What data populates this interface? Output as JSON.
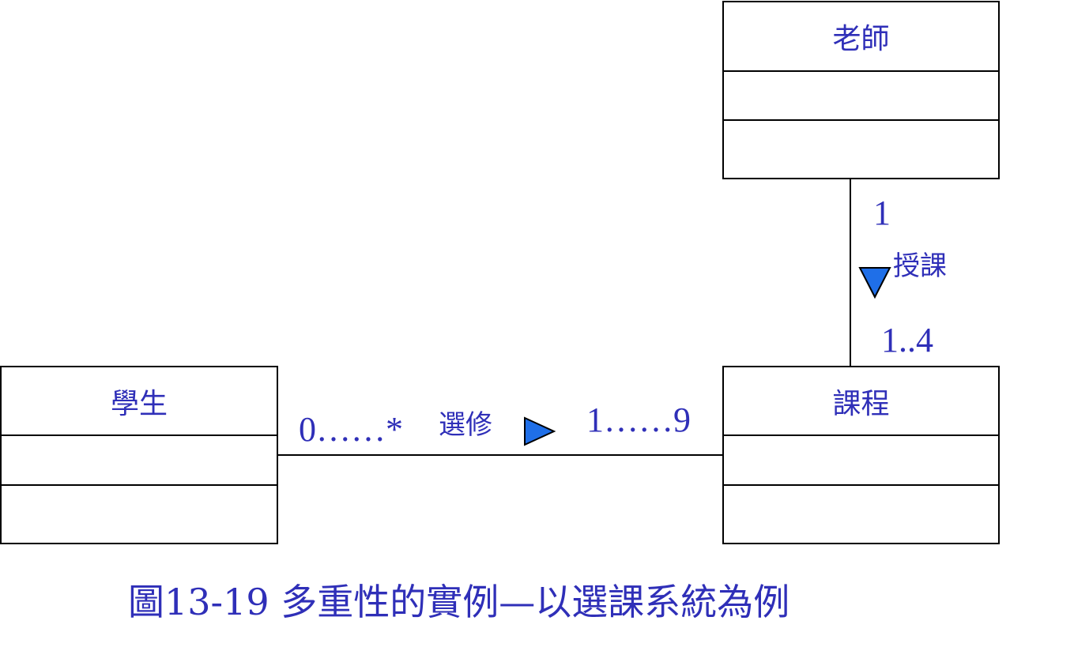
{
  "classes": {
    "teacher": {
      "name": "老師"
    },
    "student": {
      "name": "學生"
    },
    "course": {
      "name": "課程"
    }
  },
  "associations": {
    "teaches": {
      "label": "授課",
      "teacher_multiplicity": "1",
      "course_multiplicity": "1..4",
      "direction": "down"
    },
    "enrolls": {
      "label": "選修",
      "student_multiplicity": "0……*",
      "course_multiplicity": "1……9",
      "direction": "right"
    }
  },
  "caption": "圖13-19 多重性的實例—以選課系統為例",
  "colors": {
    "text": "#2f2fb8",
    "arrow_fill": "#1f6fe8",
    "line": "#000000"
  }
}
